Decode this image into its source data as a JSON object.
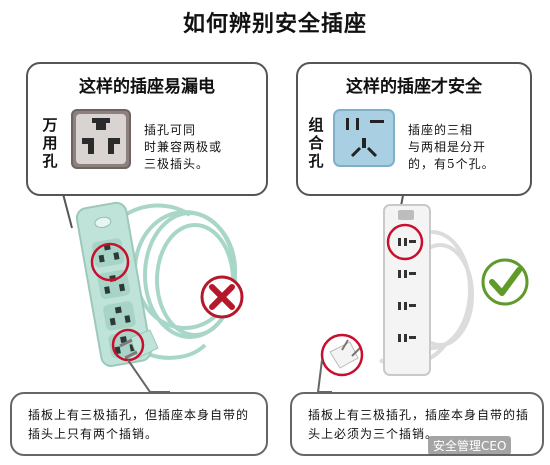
{
  "title": "如何辨别安全插座",
  "left": {
    "heading": "这样的插座易漏电",
    "label": "万用孔",
    "description": "插孔可同\n时兼容两极或\n三极插头。",
    "bottom_note": "插板上有三极插孔，但插座本身自带的插头上只有两个插销。",
    "verdict": "unsafe"
  },
  "right": {
    "heading": "这样的插座才安全",
    "label": "组合孔",
    "description": "插座的三相\n与两相是分开\n的，有5个孔。",
    "bottom_note": "插板上有三极插孔，插座本身自带的插头上必须为三个插销。",
    "verdict": "safe"
  },
  "watermark": "安全管理CEO",
  "colors": {
    "panel_border": "#555555",
    "strip_left": "#bfe3d9",
    "strip_right": "#f4f4f4",
    "highlight_circle": "#c8102e",
    "x_icon": "#b5182a",
    "check_icon": "#5f9a2a",
    "socket_left_bg": "#8d817e",
    "socket_right_bg": "#a9cfe2"
  }
}
